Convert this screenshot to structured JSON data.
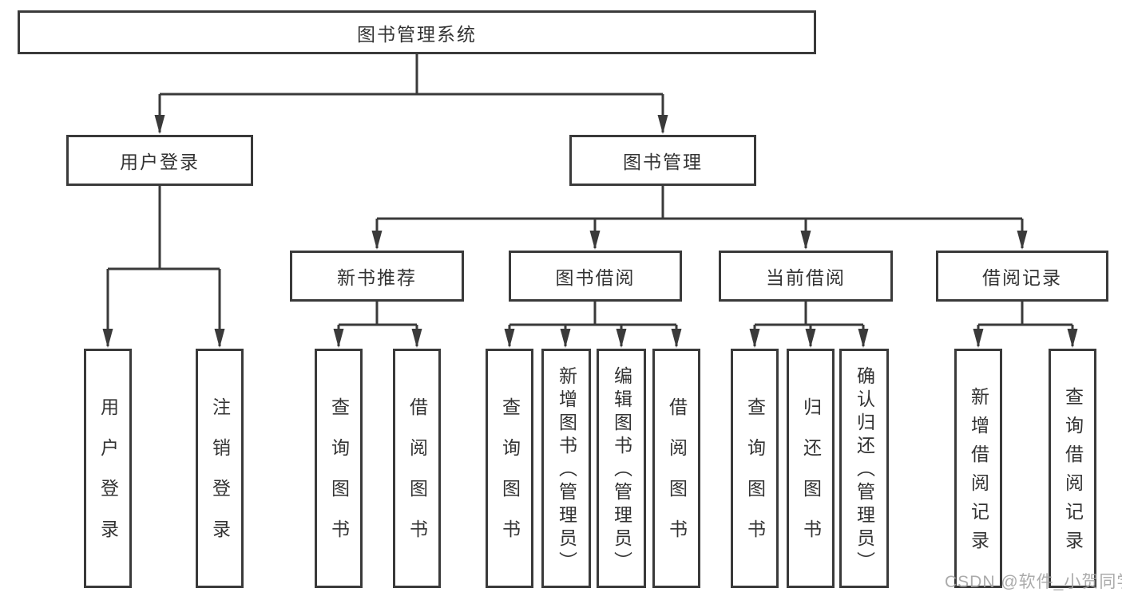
{
  "diagram": {
    "title": "图书管理系统",
    "level2": [
      {
        "label": "用户登录"
      },
      {
        "label": "图书管理"
      }
    ],
    "level3": [
      {
        "label": "新书推荐",
        "parent": "图书管理"
      },
      {
        "label": "图书借阅",
        "parent": "图书管理"
      },
      {
        "label": "当前借阅",
        "parent": "图书管理"
      },
      {
        "label": "借阅记录",
        "parent": "图书管理"
      }
    ],
    "leaves": [
      {
        "label": "用户登录",
        "parent": "用户登录"
      },
      {
        "label": "注销登录",
        "parent": "用户登录"
      },
      {
        "label": "查询图书",
        "parent": "新书推荐"
      },
      {
        "label": "借阅图书",
        "parent": "新书推荐"
      },
      {
        "label": "查询图书",
        "parent": "图书借阅"
      },
      {
        "label": "新增图书（管理员）",
        "parent": "图书借阅"
      },
      {
        "label": "编辑图书（管理员）",
        "parent": "图书借阅"
      },
      {
        "label": "借阅图书",
        "parent": "图书借阅"
      },
      {
        "label": "查询图书",
        "parent": "当前借阅"
      },
      {
        "label": "归还图书",
        "parent": "当前借阅"
      },
      {
        "label": "确认归还（管理员）",
        "parent": "当前借阅"
      },
      {
        "label": "新增借阅记录",
        "parent": "借阅记录"
      },
      {
        "label": "查询借阅记录",
        "parent": "借阅记录"
      }
    ],
    "watermark": "CSDN @软件_小贺同学",
    "colors": {
      "line": "#3a3a3a",
      "text": "#333333",
      "box_fill": "#ffffff",
      "watermark": "#a3a3a3",
      "background": "#ffffff"
    }
  }
}
